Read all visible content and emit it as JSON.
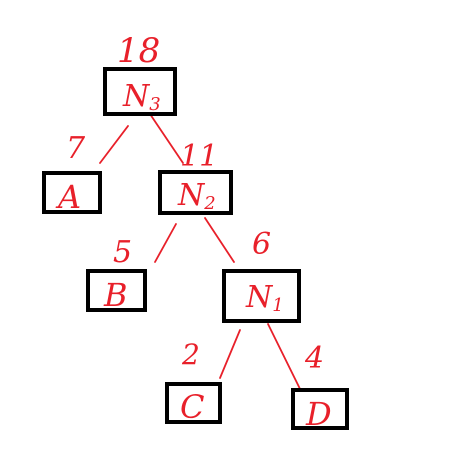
{
  "colors": {
    "ink": "#e8202a",
    "box_border": "#000000",
    "background": "#ffffff"
  },
  "tree": {
    "root": {
      "label": "N",
      "subscript": "3",
      "weight": "18",
      "left": {
        "label": "A",
        "weight": "7"
      },
      "right": {
        "label": "N",
        "subscript": "2",
        "weight": "11",
        "left": {
          "label": "B",
          "weight": "5"
        },
        "right": {
          "label": "N",
          "subscript": "1",
          "weight": "6",
          "left": {
            "label": "C",
            "weight": "2"
          },
          "right": {
            "label": "D",
            "weight": "4"
          }
        }
      }
    }
  }
}
